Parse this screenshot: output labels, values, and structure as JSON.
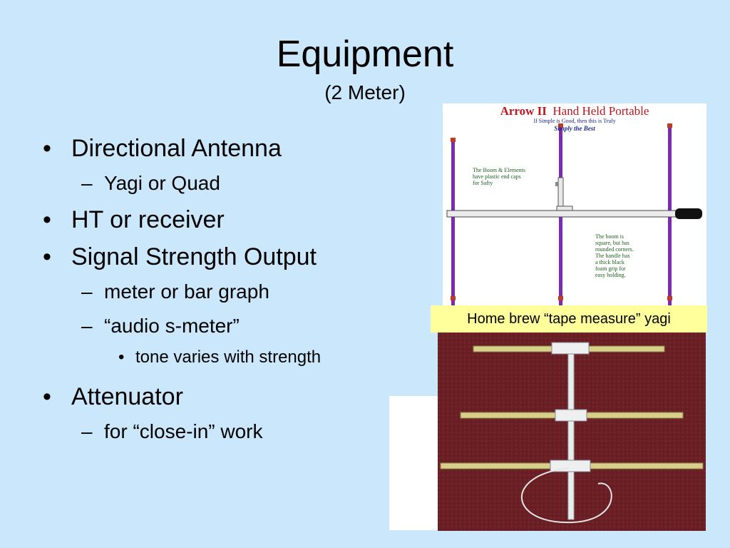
{
  "slide": {
    "title": "Equipment",
    "subtitle": "(2 Meter)",
    "bullet_mark": "•",
    "dash_mark": "–",
    "bullets": [
      {
        "text": "Directional Antenna",
        "subs": [
          "Yagi or Quad"
        ]
      },
      {
        "text": "HT or receiver"
      },
      {
        "text": "Signal Strength Output",
        "subs": [
          "meter or bar graph",
          "“audio s-meter”"
        ],
        "subsubs": [
          "tone varies with strength"
        ]
      },
      {
        "text": "Attenuator",
        "subs": [
          "for “close-in” work"
        ]
      }
    ]
  },
  "arrow_image": {
    "brand": "Arrow II",
    "title_rest": "Hand Held Portable",
    "tagline": "If Simple is Good, then this is Truly",
    "tagline_emph": "Simply the Best",
    "note_left": [
      "The Boom & Elements",
      "have plastic end caps",
      "for Safty"
    ],
    "note_right": [
      "The boom is",
      "square, but has",
      "rounded corners.",
      "The handle has",
      "a thick black",
      "foam grip for",
      "easy holding."
    ]
  },
  "caption": "Home brew “tape measure” yagi",
  "colors": {
    "background": "#cbe7fb",
    "caption_bg": "#ffff9c",
    "element_purple": "#7a2bb0",
    "photo_carpet": "#6a1f25",
    "tape_yellow": "#d8cf8a"
  }
}
